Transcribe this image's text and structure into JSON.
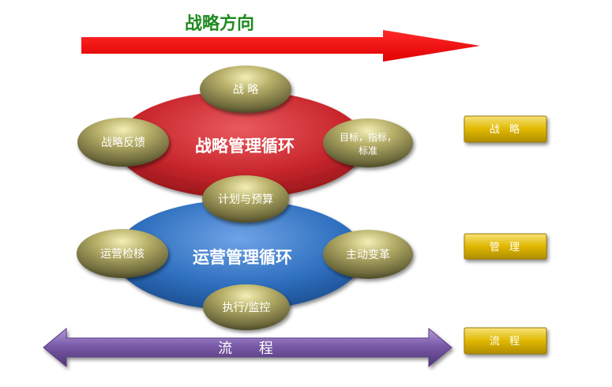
{
  "direction_label": "战略方向",
  "strategy_cycle": {
    "title": "战略管理循环",
    "nodes": {
      "top": "战 略",
      "left": "战略反馈",
      "right_line1": "目标，指标，",
      "right_line2": "标准",
      "bottom": "计划与预算"
    }
  },
  "operations_cycle": {
    "title": "运营管理循环",
    "nodes": {
      "left": "运营检核",
      "right": "主动变革",
      "bottom": "执行/监控"
    }
  },
  "process_label": "流 程",
  "levels": [
    "战 略",
    "管 理",
    "流 程"
  ],
  "colors": {
    "direction_arrow": "#ff0000",
    "strategy_ellipse": "#c8262c",
    "operations_ellipse": "#2e6fbe",
    "process_arrow": "#7a5aa8",
    "node": "#6e6a3c",
    "level_box": "#e6c200"
  }
}
